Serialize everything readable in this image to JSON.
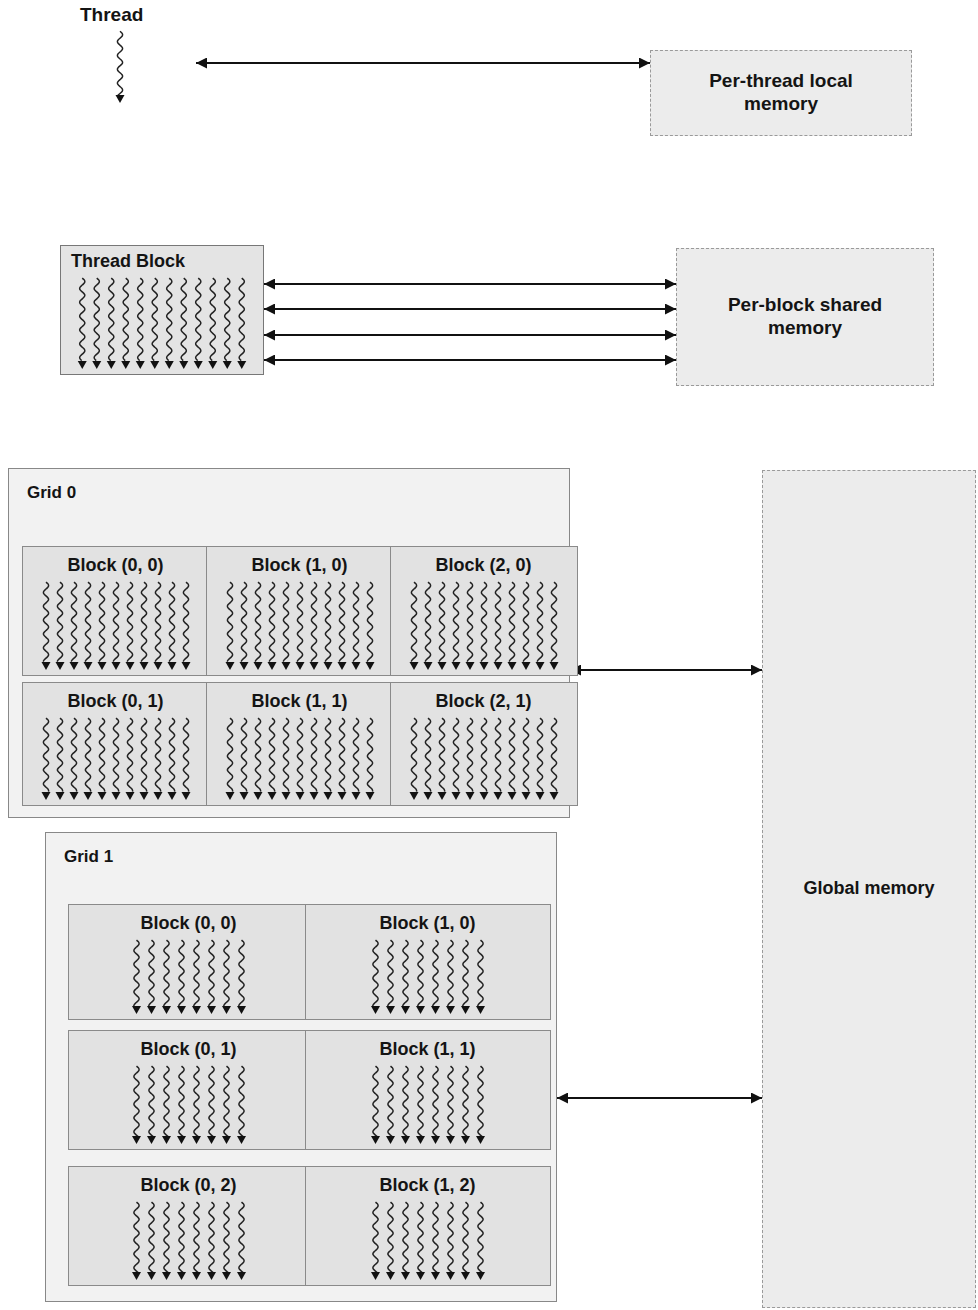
{
  "diagram": {
    "nodes": [
      {
        "text": [
          "Thread"
        ]
      },
      {
        "text": [
          "Per-thread local memory"
        ]
      },
      {
        "text": [
          "Thread Block"
        ]
      },
      {
        "text": [
          "Per-block shared memory"
        ]
      },
      {
        "text": [
          "Grid 0"
        ]
      },
      {
        "text": [
          "Block (0, 0)"
        ],
        "in": 4
      },
      {
        "text": [
          "Block (1, 0)"
        ],
        "in": 4
      },
      {
        "text": [
          "Block (2, 0)"
        ],
        "in": 4
      },
      {
        "text": [
          "Block (0, 1)"
        ],
        "in": 4
      },
      {
        "text": [
          "Block (1, 1)"
        ],
        "in": 4
      },
      {
        "text": [
          "Block (2, 1)"
        ],
        "in": 4
      },
      {
        "text": [
          "Grid 1"
        ]
      },
      {
        "text": [
          "Block (0, 0)"
        ],
        "in": 11
      },
      {
        "text": [
          "Block (1, 0)"
        ],
        "in": 11
      },
      {
        "text": [
          "Block (0, 1)"
        ],
        "in": 11
      },
      {
        "text": [
          "Block (1, 1)"
        ],
        "in": 11
      },
      {
        "text": [
          "Block (0, 2)"
        ],
        "in": 11
      },
      {
        "text": [
          "Block (1, 2)"
        ],
        "in": 11
      },
      {
        "text": [
          "Global memory"
        ]
      }
    ],
    "edges": [
      {
        "from": 0,
        "to": 1,
        "arrow": "both"
      },
      {
        "from": 2,
        "to": 3,
        "arrow": "both"
      },
      {
        "from": 2,
        "to": 3,
        "arrow": "both"
      },
      {
        "from": 2,
        "to": 3,
        "arrow": "both"
      },
      {
        "from": 2,
        "to": 3,
        "arrow": "both"
      },
      {
        "from": 4,
        "to": 18,
        "arrow": "both"
      },
      {
        "from": 11,
        "to": 18,
        "arrow": "both"
      }
    ]
  }
}
